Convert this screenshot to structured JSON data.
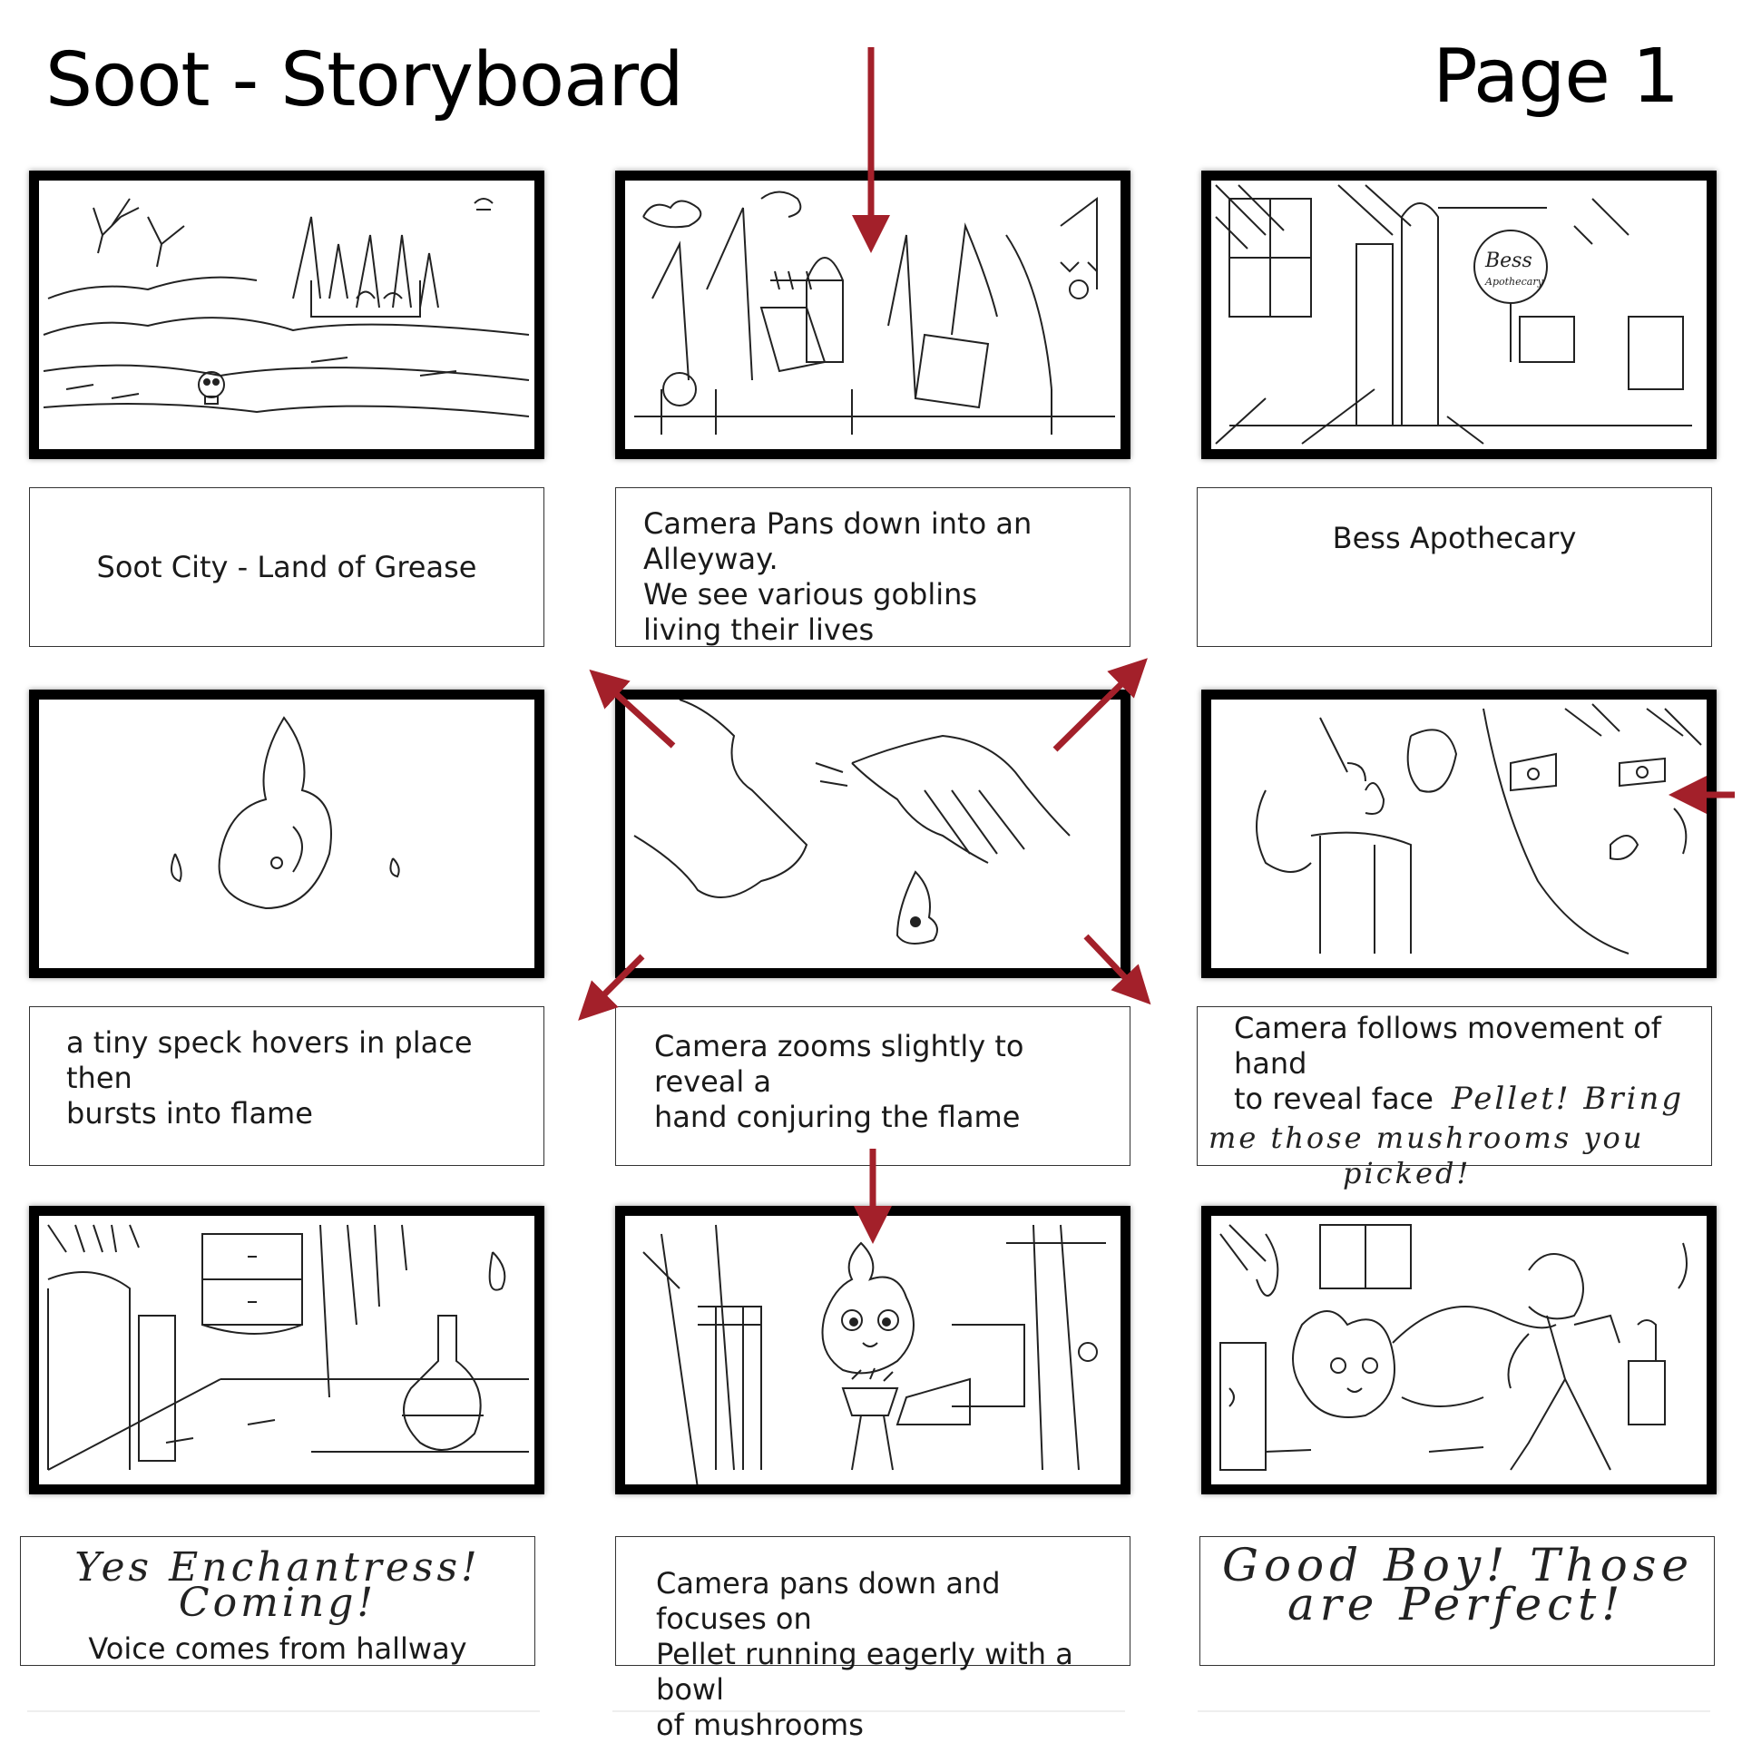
{
  "header": {
    "title": "Soot - Storyboard",
    "page": "Page 1"
  },
  "panels": [
    {
      "scene": "wasteland-city-sketch",
      "caption": "Soot City - Land of Grease"
    },
    {
      "scene": "city-rooftops-sketch",
      "caption": [
        "Camera Pans down into an Alleyway.",
        "We see various goblins",
        "living their lives"
      ]
    },
    {
      "scene": "apothecary-storefront-sketch",
      "caption": "Bess Apothecary",
      "sign_text": [
        "Bess",
        "Apothecary"
      ]
    },
    {
      "scene": "flame-speck-sketch",
      "caption": [
        "a tiny speck hovers in place then",
        "bursts into flame"
      ]
    },
    {
      "scene": "hand-conjuring-flame-sketch",
      "caption": [
        "Camera zooms slightly to reveal a",
        "hand conjuring the flame"
      ]
    },
    {
      "scene": "enchantress-face-sketch",
      "caption": [
        "Camera follows movement of hand",
        "to reveal face"
      ],
      "dialogue": [
        "Pellet! Bring",
        "me those mushrooms you",
        "picked!"
      ]
    },
    {
      "scene": "hallway-interior-sketch",
      "caption": "Voice comes from hallway",
      "dialogue": "Yes Enchantress! Coming!"
    },
    {
      "scene": "pellet-running-sketch",
      "caption": [
        "Camera pans down and focuses on",
        "Pellet running eagerly with a bowl",
        "of mushrooms"
      ]
    },
    {
      "scene": "enchantress-pellet-sketch",
      "caption": "",
      "dialogue": [
        "Good Boy! Those",
        "are Perfect!"
      ]
    }
  ],
  "camera_arrows": {
    "color": "#a3202a",
    "directions": [
      "down",
      "up-left",
      "up-right",
      "down-left",
      "down-right",
      "left",
      "down"
    ]
  }
}
